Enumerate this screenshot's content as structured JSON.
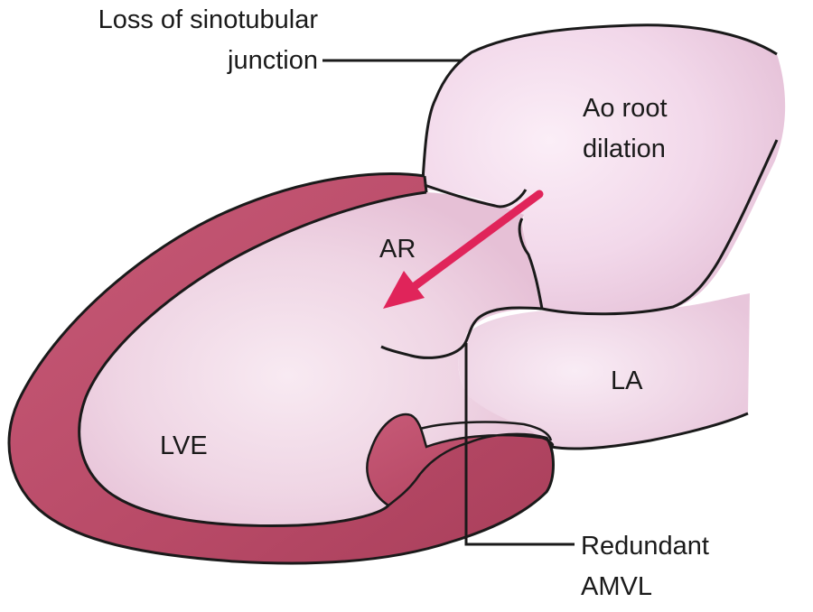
{
  "labels": {
    "sinotubular": [
      "Loss of sinotubular",
      "junction"
    ],
    "aortic_root": [
      "Ao root",
      "dilation"
    ],
    "regurgitation": "AR",
    "left_atrium": "LA",
    "left_ventricle": "LVE",
    "mitral_leaflet": [
      "Redundant",
      "AMVL"
    ]
  },
  "colors": {
    "myocardium": "#b94b68",
    "chamber": "#efd3e3",
    "aorta": "#f3dced",
    "atrium": "#f1d6e8",
    "outline": "#1a1a1a",
    "regurgitant_jet": "#e0245a"
  }
}
